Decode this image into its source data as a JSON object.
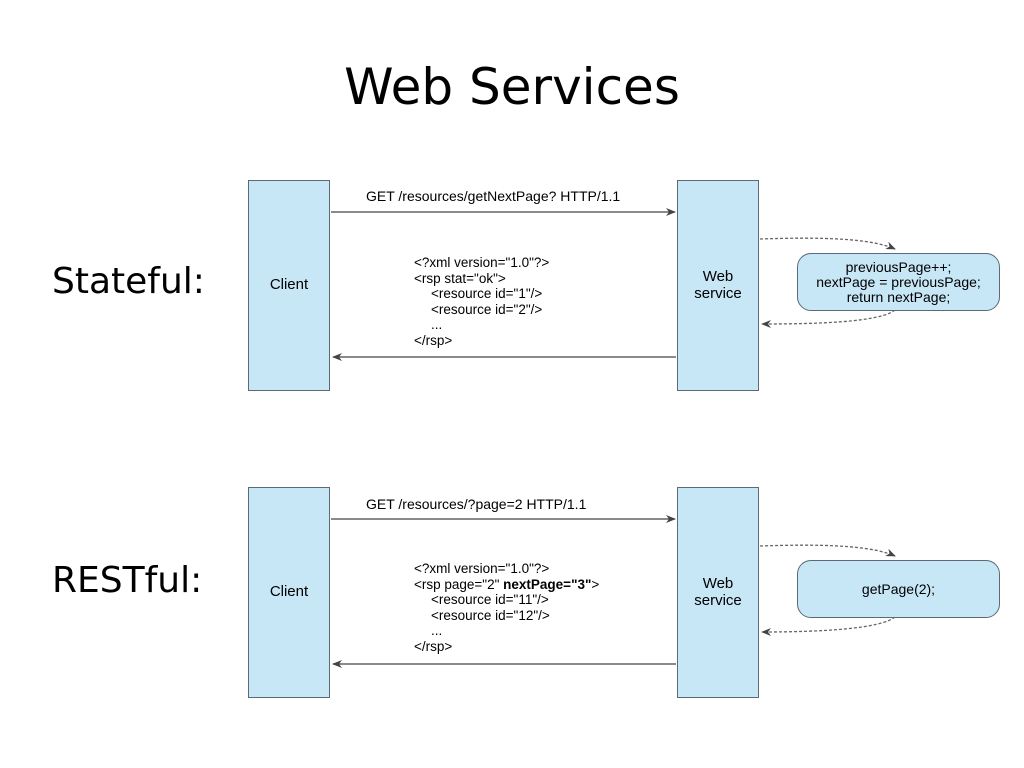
{
  "title": "Web Services",
  "stateful": {
    "label": "Stateful:",
    "client": "Client",
    "service_line1": "Web",
    "service_line2": "service",
    "request": "GET /resources/getNextPage? HTTP/1.1",
    "xml": {
      "line1": "<?xml version=\"1.0\"?>",
      "line2": "<rsp stat=\"ok\">",
      "line3": "<resource id=\"1\"/>",
      "line4": "<resource id=\"2\"/>",
      "line5": "...",
      "line6": "</rsp>"
    },
    "code": {
      "line1": "previousPage++;",
      "line2": "nextPage = previousPage;",
      "line3": "return nextPage;"
    }
  },
  "restful": {
    "label": "RESTful:",
    "client": "Client",
    "service_line1": "Web",
    "service_line2": "service",
    "request": "GET /resources/?page=2 HTTP/1.1",
    "xml": {
      "line1": "<?xml version=\"1.0\"?>",
      "line2a": "<rsp page=\"2\" ",
      "line2b": "nextPage=\"3\"",
      "line2c": ">",
      "line3": "<resource id=\"11\"/>",
      "line4": "<resource id=\"12\"/>",
      "line5": "...",
      "line6": "</rsp>"
    },
    "code": {
      "line1": "getPage(2);"
    }
  }
}
